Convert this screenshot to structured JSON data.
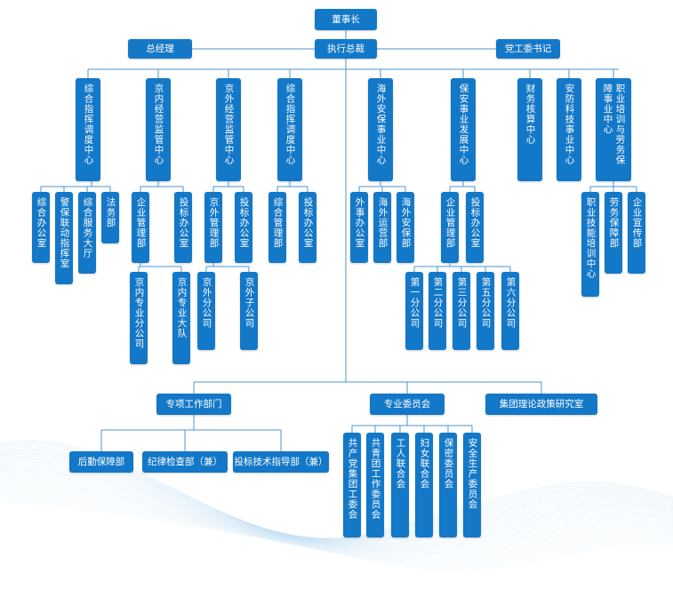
{
  "colors": {
    "box": "#1478c8",
    "line": "#4a96d2",
    "wave": "#5aa8df"
  },
  "top": {
    "chairman": "董事长",
    "gm": "总经理",
    "ceo": "执行总裁",
    "party": "党工委书记"
  },
  "centers": {
    "c1": "综合指挥调度中心",
    "c2": "京内经营监管中心",
    "c3": "京外经营监管中心",
    "c4": "综合指挥调度中心",
    "c5": "海外安保事业中心",
    "c6": "保安事业发展中心",
    "c7": "财务核算中心",
    "c8": "安防科技事业中心",
    "c9_col1": "职业培训与劳务保",
    "c9_col2": "障事业中心"
  },
  "c1_children": [
    "综合办公室",
    "警保联动指挥室",
    "综合服务大厅",
    "法务部"
  ],
  "c2_children": [
    "企业管理部",
    "投标办公室"
  ],
  "c2_sub": [
    "京内专业分公司",
    "京内专业大队"
  ],
  "c3_children": [
    "京外管理部",
    "投标办公室"
  ],
  "c3_sub": [
    "京外分公司",
    "京外子公司"
  ],
  "c4_children": [
    "综合管理部",
    "投标办公室"
  ],
  "c5_children": [
    "外事办公室",
    "海外运营部",
    "海外安保部"
  ],
  "c6_children": [
    "企业管理部",
    "投标办公室"
  ],
  "c6_sub": [
    "第一分公司",
    "第二分公司",
    "第三分公司",
    "第五分公司",
    "第六分公司"
  ],
  "c9_children": [
    "职业技能培训中心",
    "劳务保障部",
    "企业宣传部"
  ],
  "bottom": {
    "special_dept": "专项工作部门",
    "committee": "专业委员会",
    "institute": "集团理论政策研究室"
  },
  "special_children": [
    "后勤保障部",
    "纪律检查部（兼）",
    "投标技术指导部（兼）"
  ],
  "committee_children": [
    "共产党集团工委会",
    "共青团工作委员会",
    "工人联合会",
    "妇女联合会",
    "保密委员会",
    "安全生产委员会"
  ]
}
